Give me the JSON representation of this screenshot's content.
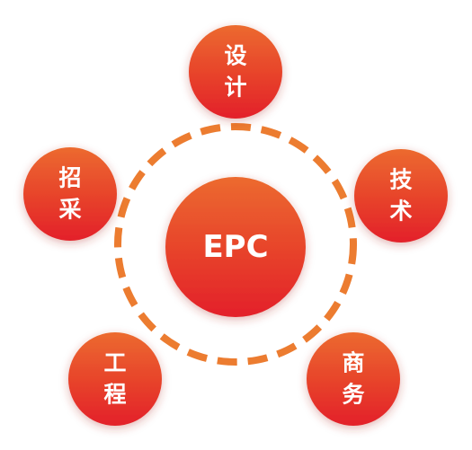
{
  "center": {
    "label": "EPC"
  },
  "nodes": [
    {
      "id": "design",
      "line1": "设",
      "line2": "计"
    },
    {
      "id": "technology",
      "line1": "技",
      "line2": "术"
    },
    {
      "id": "business",
      "line1": "商",
      "line2": "务"
    },
    {
      "id": "engineering",
      "line1": "工",
      "line2": "程"
    },
    {
      "id": "procurement",
      "line1": "招",
      "line2": "采"
    }
  ],
  "colors": {
    "ring_dash": "#ec7c30",
    "circle_top": "#ec6a2e",
    "circle_bottom": "#e3202a"
  }
}
